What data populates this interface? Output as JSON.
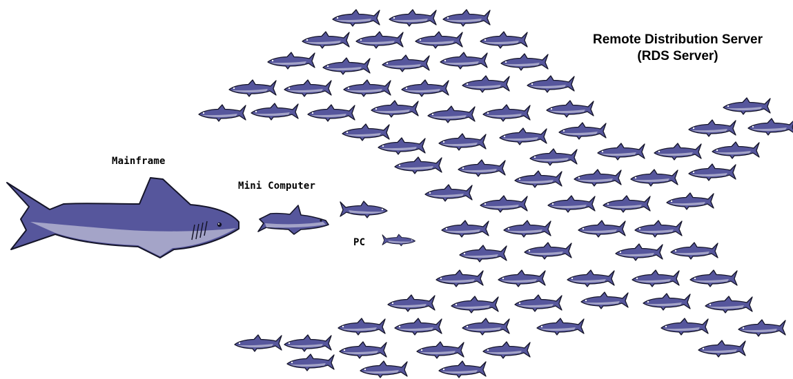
{
  "labels": {
    "mainframe": "Mainframe",
    "mini_computer": "Mini Computer",
    "pc": "PC",
    "rds_line1": "Remote Distribution Server",
    "rds_line2": "(RDS Server)"
  },
  "colors": {
    "shark_body": "#56569c",
    "shark_belly": "#a4a4c8",
    "shark_outline": "#141428",
    "background": "#ffffff"
  },
  "icons": {
    "mainframe": "large-shark-icon",
    "mini_computer": "medium-shark-icon",
    "pc": "small-shark-icon",
    "rds_server": "small-shark-icon"
  }
}
